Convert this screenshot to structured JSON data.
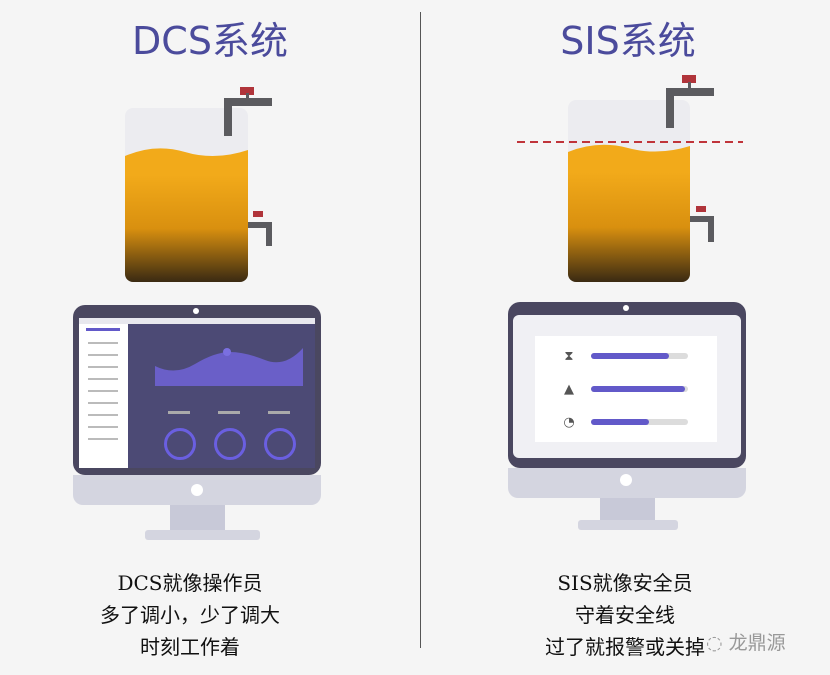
{
  "left": {
    "title": "DCS系统",
    "caption": [
      "DCS就像操作员",
      "多了调小，少了调大",
      "时刻工作着"
    ]
  },
  "right": {
    "title": "SIS系统",
    "caption": [
      "SIS就像安全员",
      "守着安全线",
      "过了就报警或关掉"
    ],
    "bars": [
      {
        "icon": "hourglass-icon",
        "glyph": "⧗",
        "fill": 0.8
      },
      {
        "icon": "rocket-icon",
        "glyph": "▲",
        "fill": 0.97
      },
      {
        "icon": "gauge-icon",
        "glyph": "◔",
        "fill": 0.6
      }
    ]
  },
  "watermark": "龙鼎源",
  "colors": {
    "title": "#4b4b9c",
    "liquid": "#f2aa1a",
    "safety_line": "#c0343a",
    "accent": "#6259c9"
  }
}
